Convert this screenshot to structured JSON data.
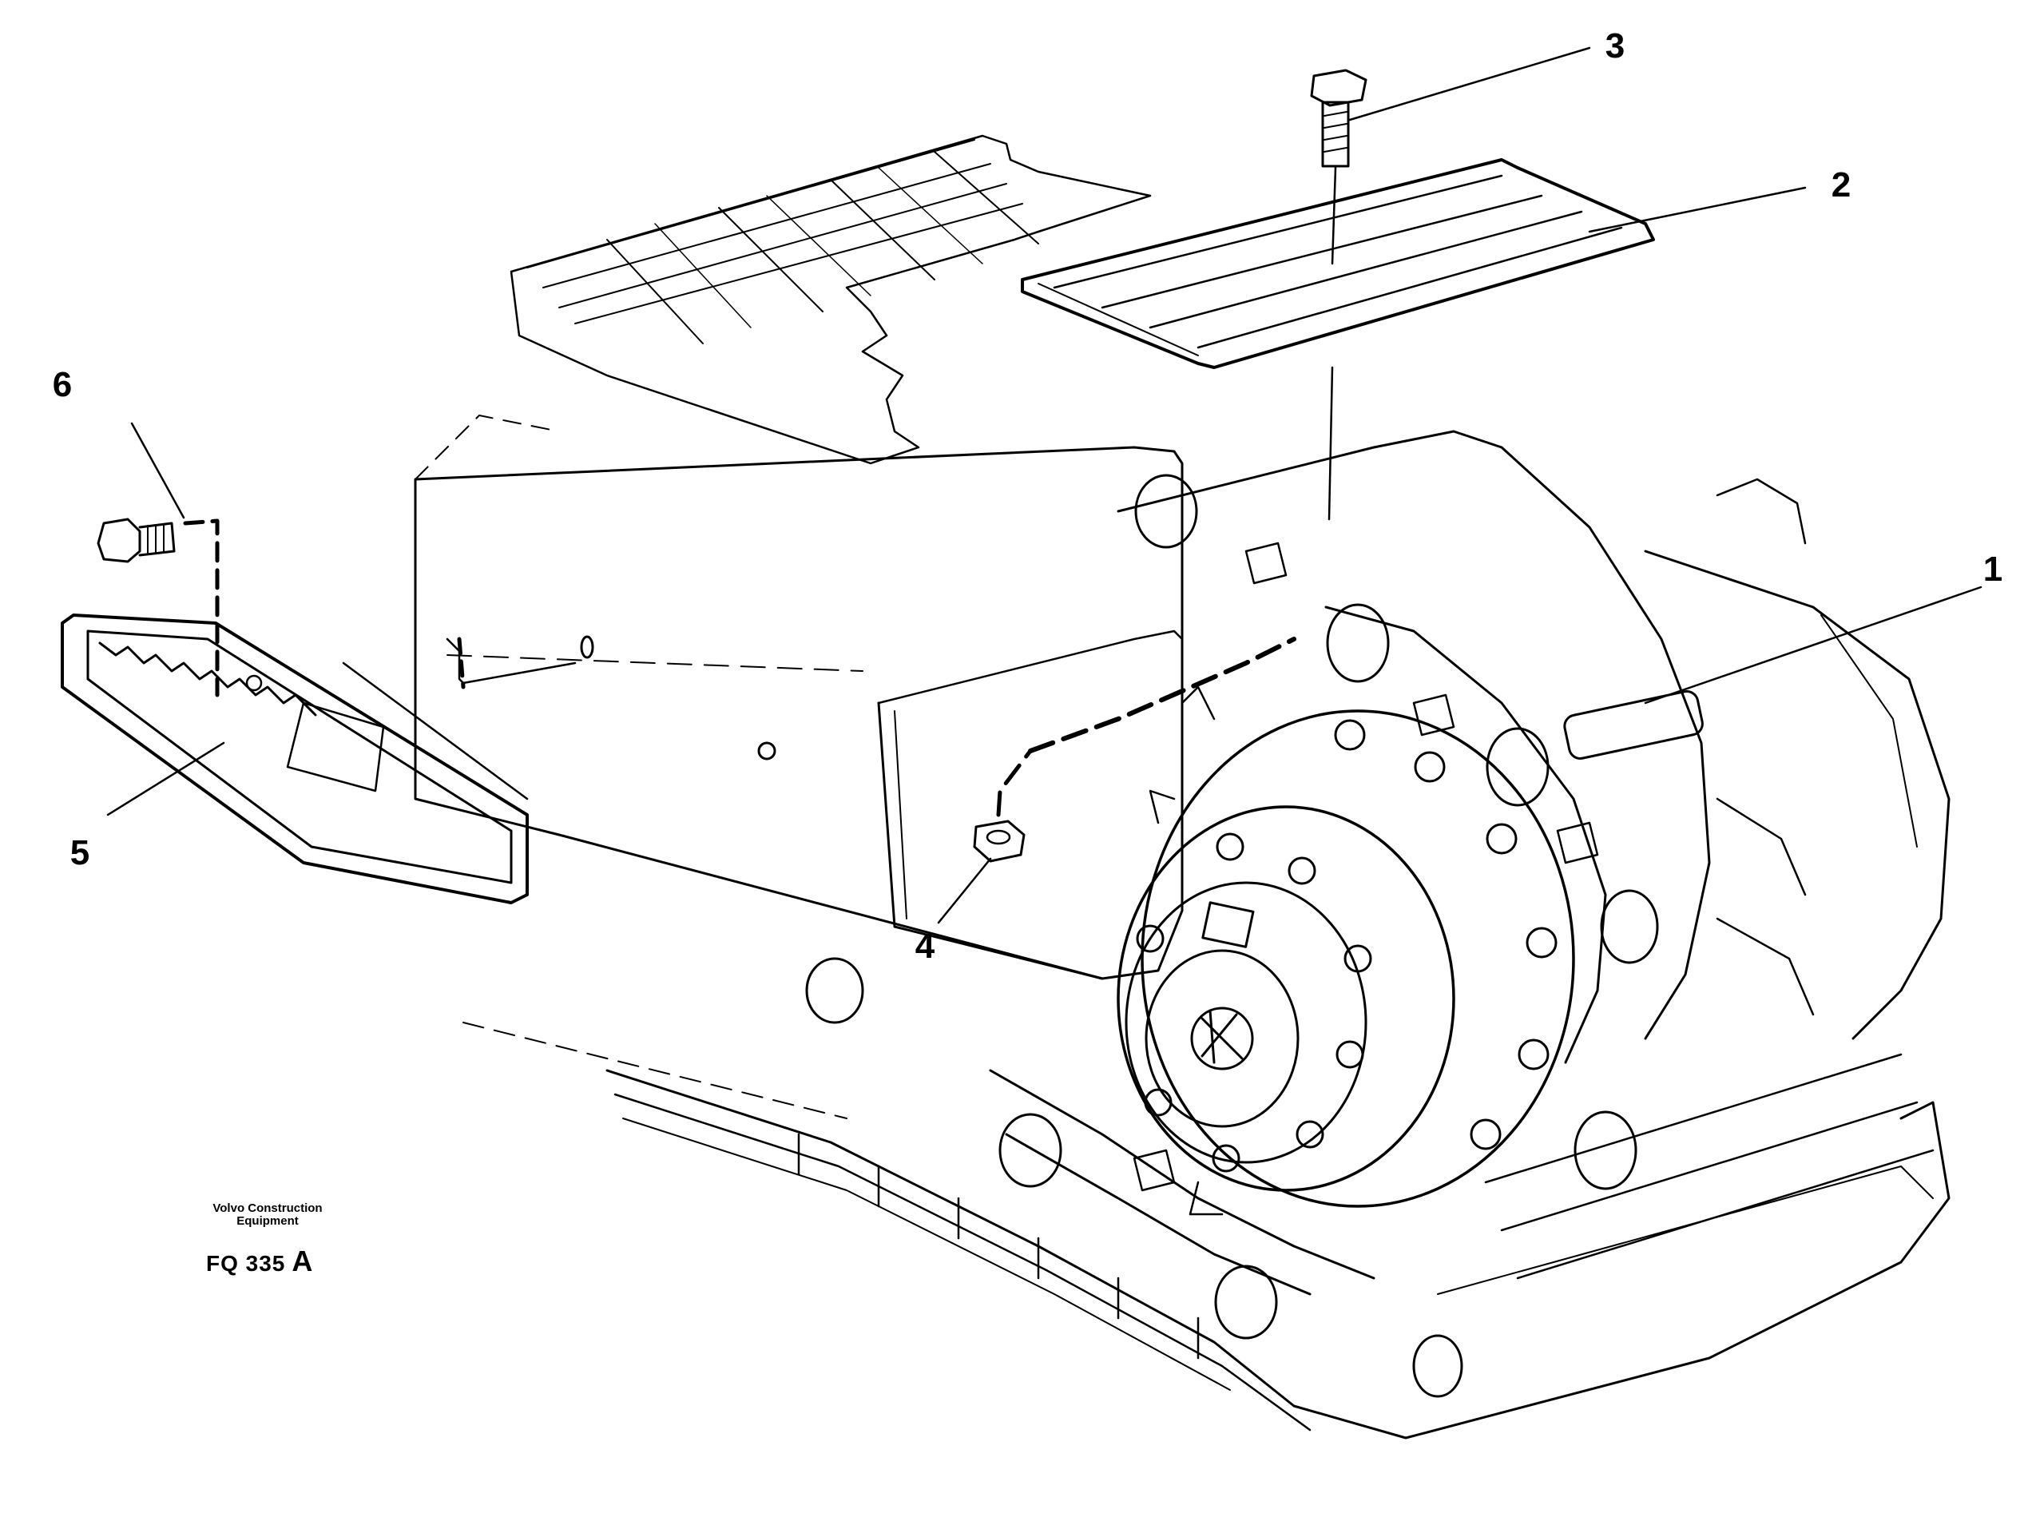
{
  "callouts": {
    "c1": "1",
    "c2": "2",
    "c3": "3",
    "c4": "4",
    "c5": "5",
    "c6": "6"
  },
  "caption": {
    "company_line1": "Volvo Construction",
    "company_line2": "Equipment",
    "figure_code": "FQ 335",
    "revision": "A"
  },
  "colors": {
    "ink": "#000000",
    "paper": "#ffffff"
  }
}
